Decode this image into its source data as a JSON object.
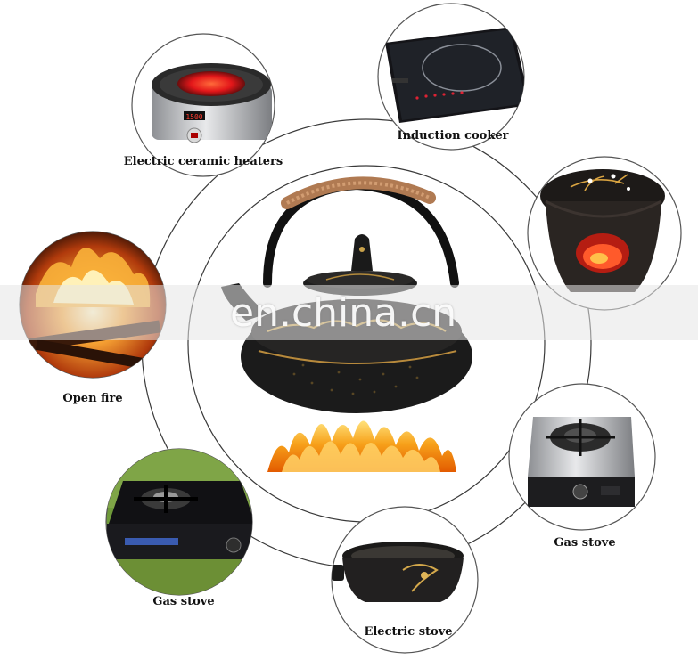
{
  "labels": {
    "electric_ceramic": "Electric ceramic heaters",
    "induction": "Induction cooker",
    "open_fire": "Open fire",
    "gas_stove_right": "Gas stove",
    "gas_stove_left": "Gas stove",
    "electric_stove": "Electric stove"
  },
  "heater_display": "1500",
  "watermark": "en.china.cn",
  "colors": {
    "ring": "#333333",
    "teapot": "#1b1b1b",
    "flame": "#f5a623",
    "fire_red": "#e8261a"
  }
}
